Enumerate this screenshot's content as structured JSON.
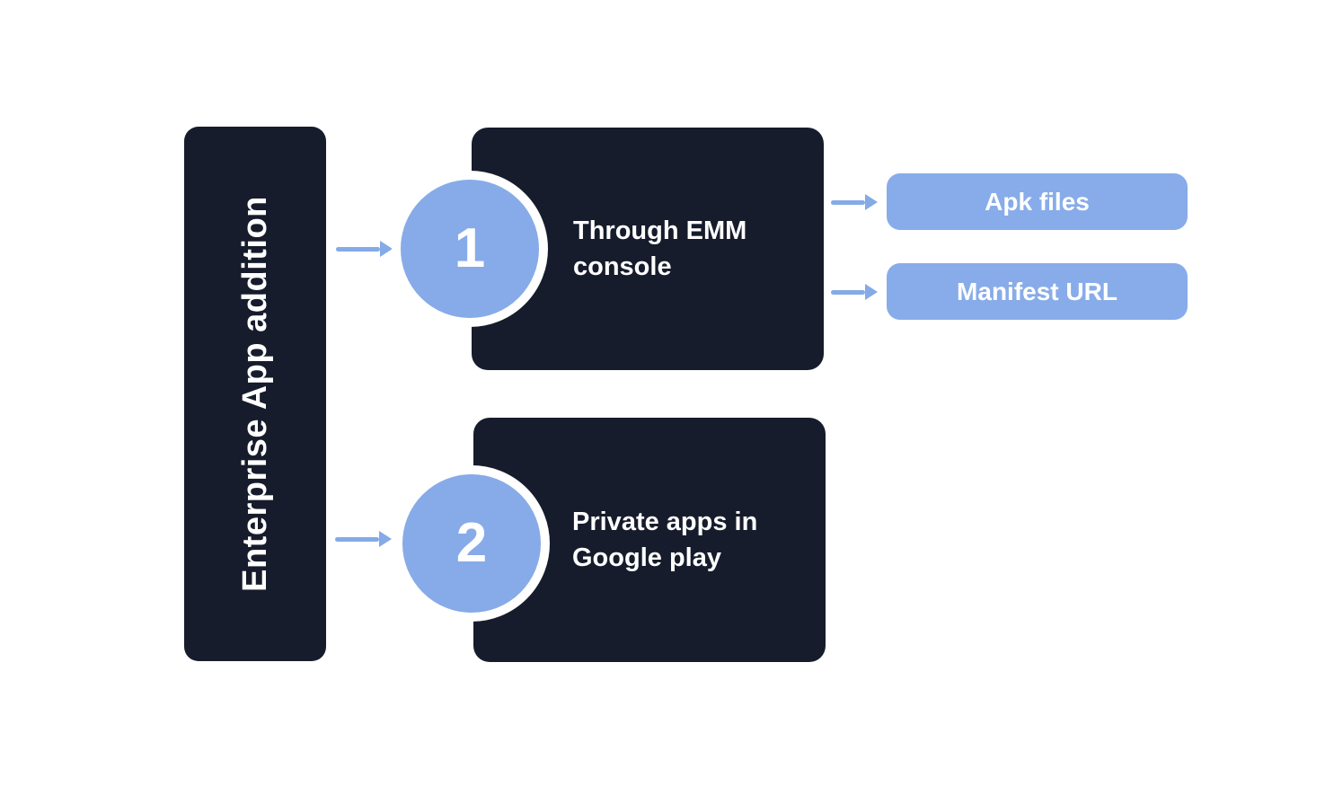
{
  "diagram": {
    "root": {
      "label": "Enterprise App addition"
    },
    "steps": [
      {
        "number": "1",
        "title": "Through EMM console",
        "outputs": [
          {
            "label": "Apk files"
          },
          {
            "label": "Manifest URL"
          }
        ]
      },
      {
        "number": "2",
        "title": "Private apps in Google play",
        "outputs": []
      }
    ],
    "colors": {
      "card_bg": "#161c2b",
      "accent_blue": "#86abe8",
      "arrow_blue": "#84aae7",
      "text_on_dark": "#ffffff",
      "page_bg": "#ffffff"
    }
  }
}
